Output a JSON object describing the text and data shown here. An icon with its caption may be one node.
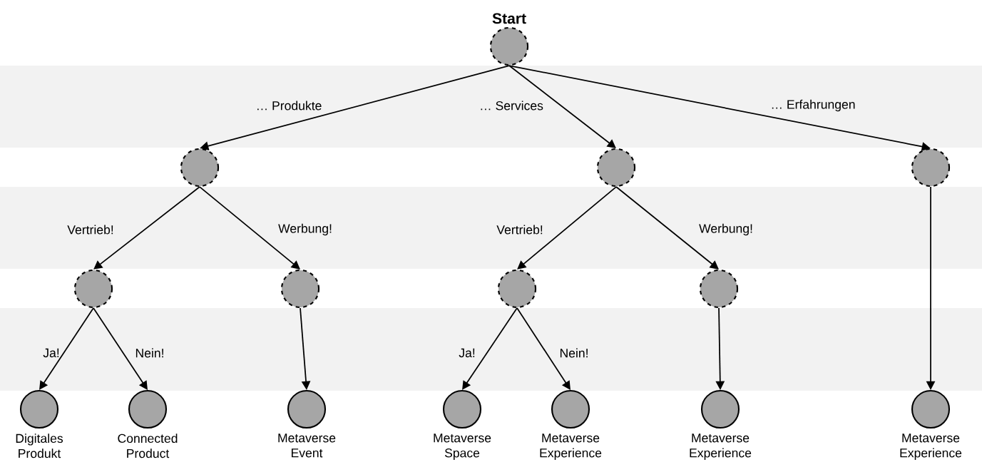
{
  "diagram": {
    "nodes": [
      {
        "text": [
          "Start"
        ]
      },
      {
        "text": [],
        "shape": "circle"
      },
      {
        "text": [],
        "shape": "circle"
      },
      {
        "text": [],
        "shape": "circle"
      },
      {
        "text": [],
        "shape": "circle"
      },
      {
        "text": [],
        "shape": "circle"
      },
      {
        "text": [],
        "shape": "circle"
      },
      {
        "text": [],
        "shape": "circle"
      },
      {
        "text": [
          "Digitales Produkt"
        ]
      },
      {
        "text": [
          "Connected Product"
        ]
      },
      {
        "text": [
          "Metaverse Event"
        ]
      },
      {
        "text": [
          "Metaverse Space"
        ]
      },
      {
        "text": [
          "Metaverse Experience"
        ]
      },
      {
        "text": [
          "Metaverse Experience"
        ]
      },
      {
        "text": [
          "Metaverse Experience"
        ]
      }
    ],
    "edges": [
      {
        "from": 0,
        "to": 1,
        "arrow": "to",
        "label": "… Produkte"
      },
      {
        "from": 0,
        "to": 2,
        "arrow": "to",
        "label": "… Services"
      },
      {
        "from": 0,
        "to": 3,
        "arrow": "to",
        "label": "… Erfahrungen"
      },
      {
        "from": 1,
        "to": 4,
        "arrow": "to",
        "label": "Vertrieb!"
      },
      {
        "from": 1,
        "to": 5,
        "arrow": "to",
        "label": "Werbung!"
      },
      {
        "from": 2,
        "to": 6,
        "arrow": "to",
        "label": "Vertrieb!"
      },
      {
        "from": 2,
        "to": 7,
        "arrow": "to",
        "label": "Werbung!"
      },
      {
        "from": 4,
        "to": 8,
        "arrow": "to",
        "label": "Ja!"
      },
      {
        "from": 4,
        "to": 9,
        "arrow": "to",
        "label": "Nein!"
      },
      {
        "from": 5,
        "to": 10,
        "arrow": "to"
      },
      {
        "from": 6,
        "to": 11,
        "arrow": "to",
        "label": "Ja!"
      },
      {
        "from": 6,
        "to": 12,
        "arrow": "to",
        "label": "Nein!"
      },
      {
        "from": 7,
        "to": 13,
        "arrow": "to"
      },
      {
        "from": 3,
        "to": 14,
        "arrow": "to"
      }
    ]
  }
}
